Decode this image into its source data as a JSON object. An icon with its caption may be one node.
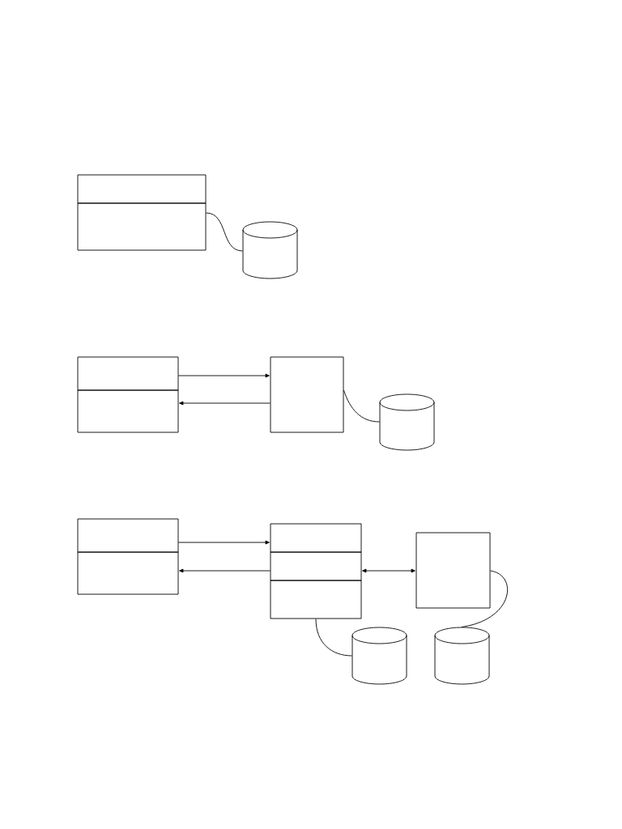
{
  "diagram": {
    "nodes": [
      {
        "text": [],
        "shape": "box"
      },
      {
        "text": [],
        "shape": "box"
      },
      {
        "text": [],
        "shape": "cylinder"
      },
      {
        "text": [],
        "shape": "box"
      },
      {
        "text": [],
        "shape": "box"
      },
      {
        "text": [],
        "shape": "box"
      },
      {
        "text": [],
        "shape": "cylinder"
      },
      {
        "text": [],
        "shape": "box"
      },
      {
        "text": [],
        "shape": "box"
      },
      {
        "text": [],
        "shape": "box"
      },
      {
        "text": [],
        "shape": "box"
      },
      {
        "text": [],
        "shape": "box"
      },
      {
        "text": [],
        "shape": "box"
      },
      {
        "text": [],
        "shape": "cylinder"
      },
      {
        "text": [],
        "shape": "cylinder"
      }
    ],
    "edges": [
      {
        "from": 1,
        "to": 2,
        "arrow": "none"
      },
      {
        "from": 3,
        "to": 5,
        "arrow": "to"
      },
      {
        "from": 5,
        "to": 4,
        "arrow": "to"
      },
      {
        "from": 5,
        "to": 6,
        "arrow": "none"
      },
      {
        "from": 7,
        "to": 9,
        "arrow": "to"
      },
      {
        "from": 10,
        "to": 8,
        "arrow": "to"
      },
      {
        "from": 10,
        "to": 12,
        "arrow": "both"
      },
      {
        "from": 11,
        "to": 13,
        "arrow": "none"
      },
      {
        "from": 12,
        "to": 14,
        "arrow": "none"
      }
    ]
  }
}
